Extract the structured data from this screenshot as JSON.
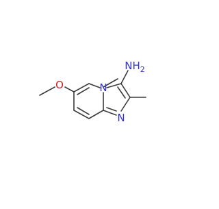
{
  "molecule": {
    "atom_labels": {
      "amine": "NH",
      "amine_subscript": "2",
      "bridgehead_nitrogen": "N",
      "imidazole_nitrogen": "N",
      "methoxy_oxygen": "O"
    },
    "colors": {
      "bond": "#3b3b3b",
      "nitrogen": "#3333cc",
      "oxygen": "#cc2222"
    }
  }
}
